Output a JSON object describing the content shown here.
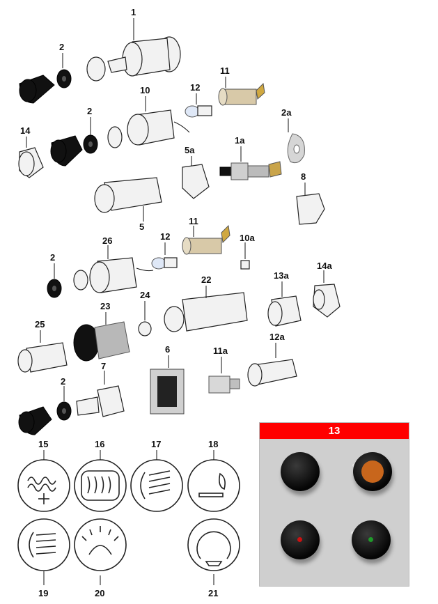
{
  "labels": {
    "p1": "1",
    "p1a": "1a",
    "p2a_top": "2",
    "p2b": "2",
    "p2c": "2",
    "p2d": "2",
    "p2a": "2a",
    "p5": "5",
    "p5a": "5a",
    "p6": "6",
    "p7": "7",
    "p8": "8",
    "p10": "10",
    "p10a": "10a",
    "p11a_top": "11",
    "p11b": "11",
    "p11a": "11a",
    "p12a_top": "12",
    "p12b": "12",
    "p12a": "12a",
    "p13a": "13a",
    "p14": "14",
    "p14a": "14a",
    "p15": "15",
    "p16": "16",
    "p17": "17",
    "p18": "18",
    "p19": "19",
    "p20": "20",
    "p21": "21",
    "p22": "22",
    "p23": "23",
    "p24": "24",
    "p25": "25",
    "p26": "26"
  },
  "photo_panel": {
    "title": "13",
    "header_color": "#ff0000",
    "knobs": [
      {
        "name": "plain",
        "lens_color": ""
      },
      {
        "name": "amber-lens",
        "lens_color": "#d2691e"
      },
      {
        "name": "red-dot",
        "lens_color": "#cc1111"
      },
      {
        "name": "green-dot",
        "lens_color": "#1f9a2a"
      }
    ]
  }
}
